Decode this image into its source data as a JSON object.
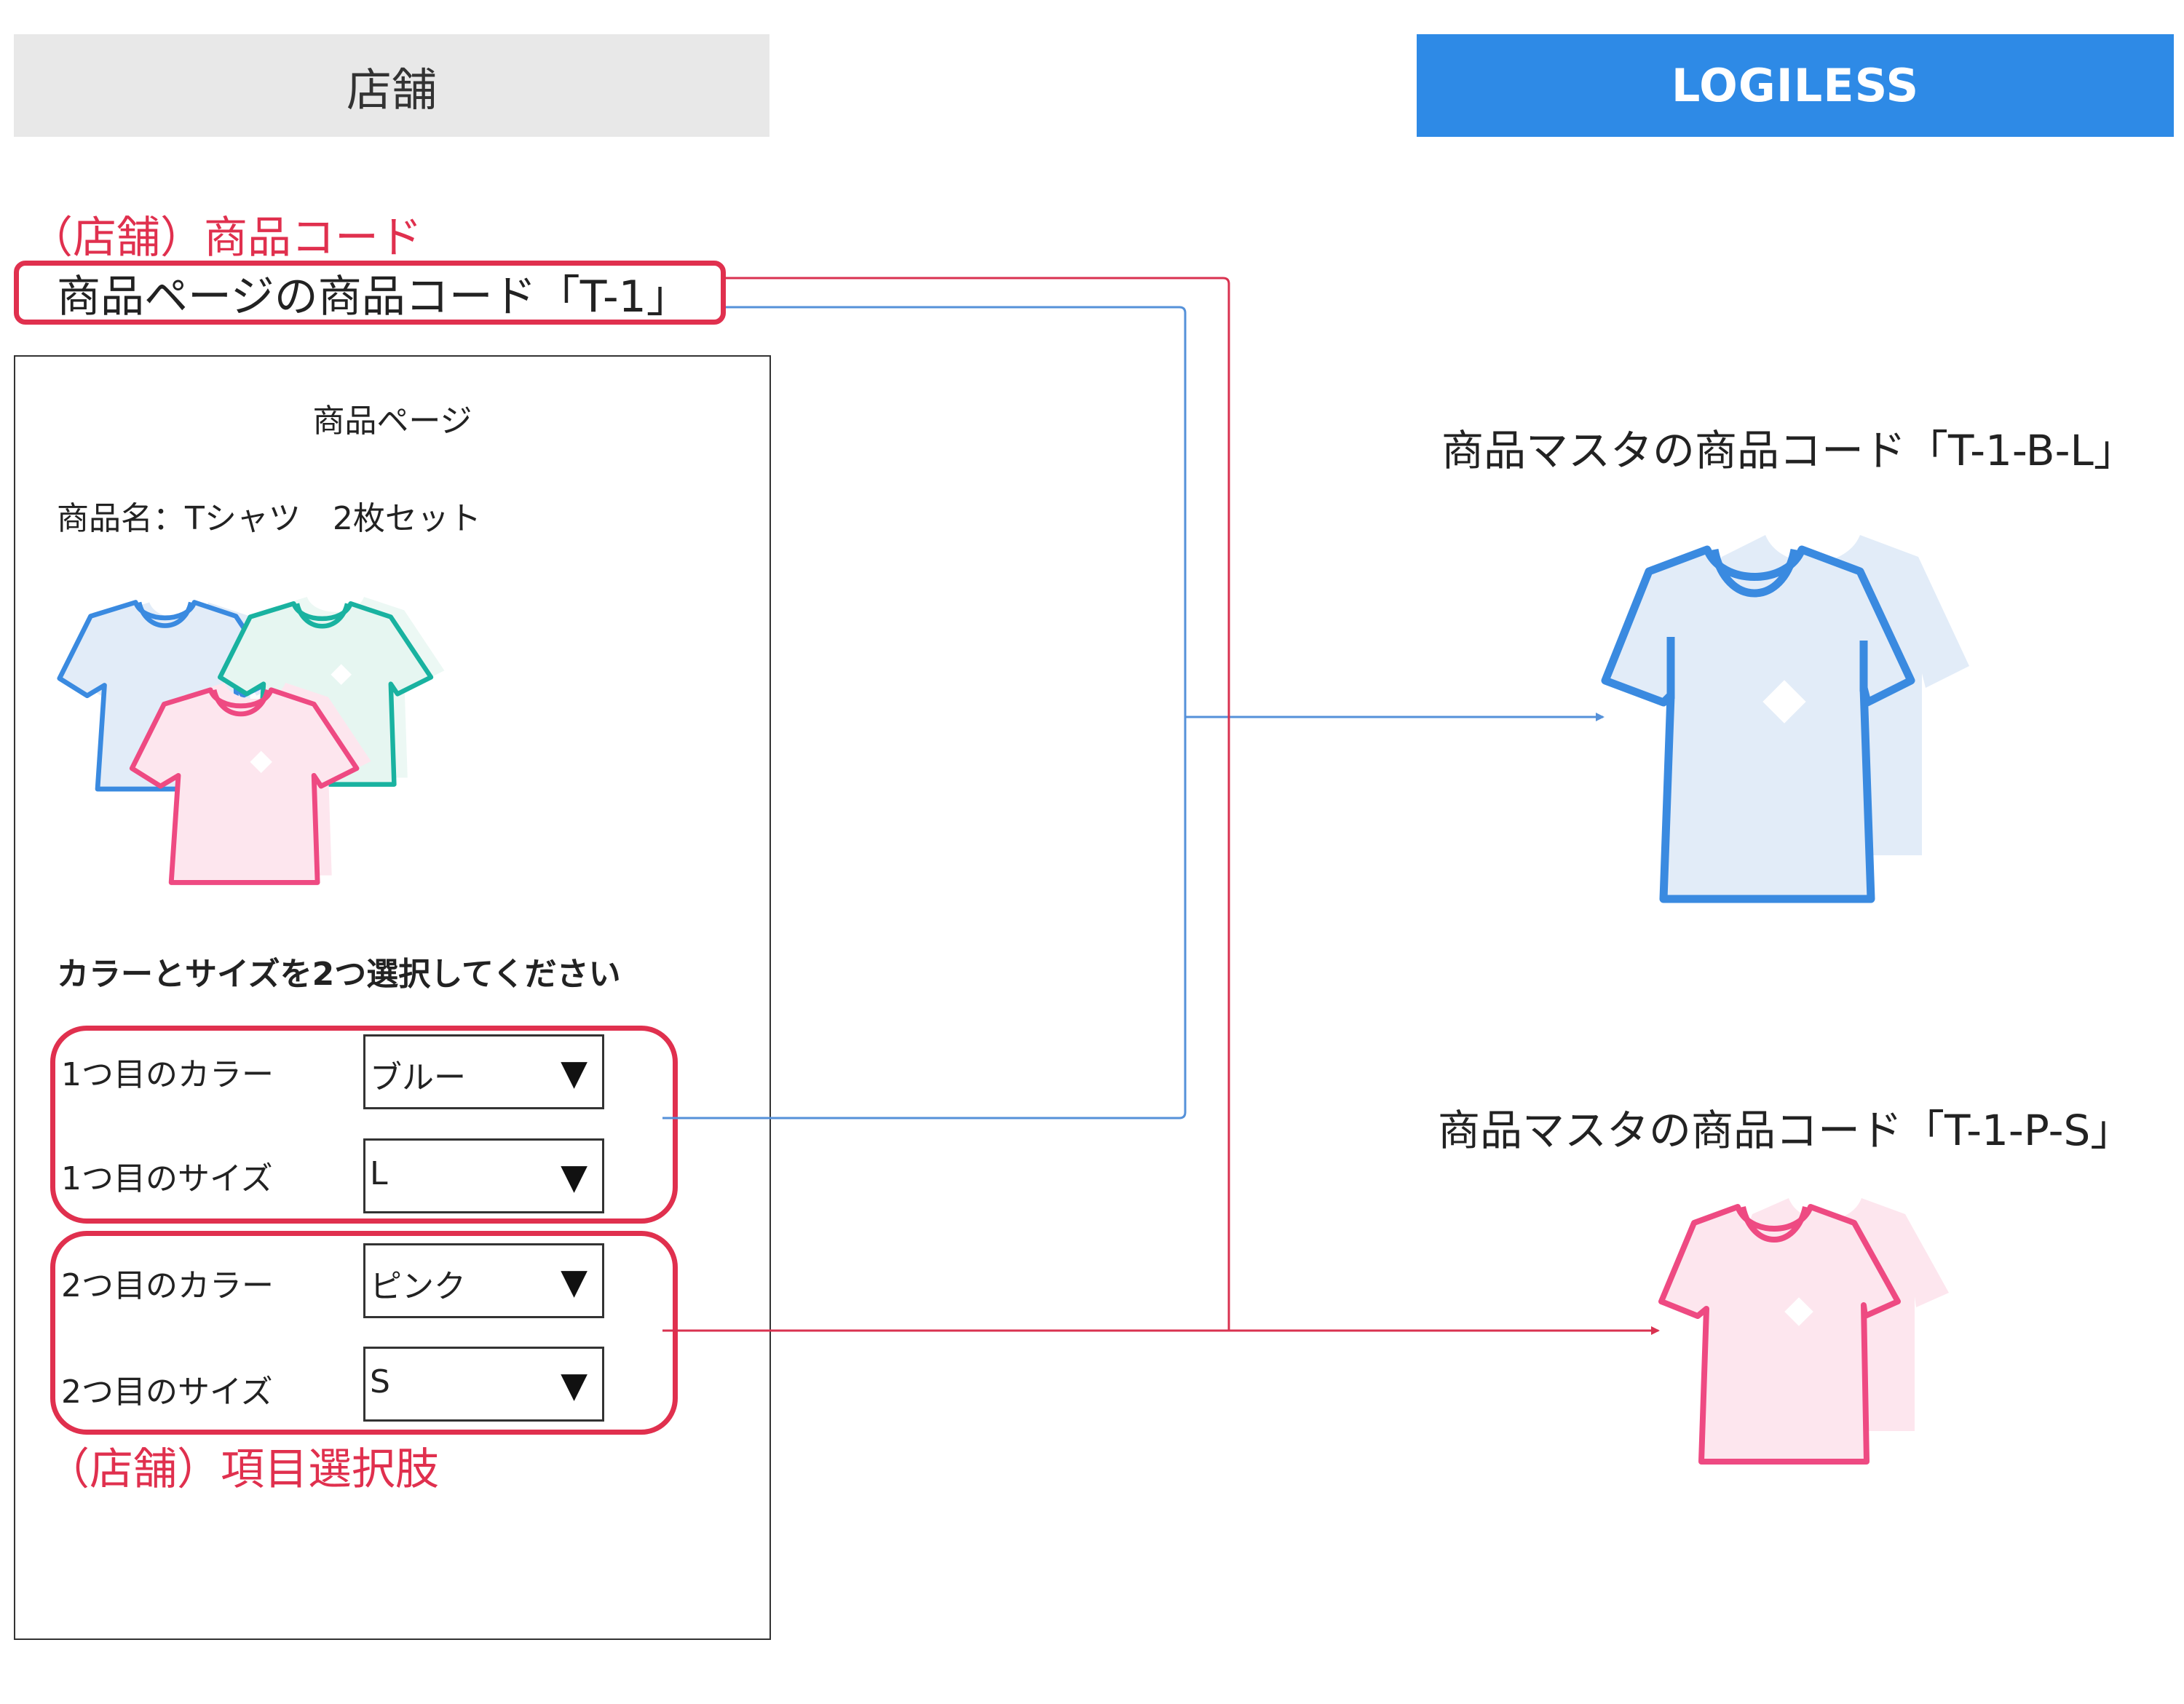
{
  "headers": {
    "store": "店舗",
    "logiless": "LOGILESS"
  },
  "store_code_label": "（店舗）商品コード",
  "product_page_code": "商品ページの商品コード「T-1」",
  "product_page": {
    "title": "商品ページ",
    "product_name": "商品名：Tシャツ　2枚セット",
    "instruction": "カラーとサイズを2つ選択してください",
    "options": [
      {
        "label": "1つ目のカラー",
        "value": "ブルー"
      },
      {
        "label": "1つ目のサイズ",
        "value": "L"
      },
      {
        "label": "2つ目のカラー",
        "value": "ピンク"
      },
      {
        "label": "2つ目のサイズ",
        "value": "S"
      }
    ],
    "dropdown_arrow": "▼"
  },
  "item_options_label": "（店舗）項目選択肢",
  "master": [
    {
      "code_label": "商品マスタの商品コード「T-1-B-L」",
      "color": "#3a8ae0"
    },
    {
      "code_label": "商品マスタの商品コード「T-1-P-S」",
      "color": "#ee4a82"
    }
  ],
  "colors": {
    "accent_red": "#e0304e",
    "blue_line": "#5591d9",
    "logiless_blue": "#2e8ae6",
    "shirt_blue": "#3a8ae0",
    "shirt_green": "#19b2a0",
    "shirt_pink": "#ee4a82"
  }
}
